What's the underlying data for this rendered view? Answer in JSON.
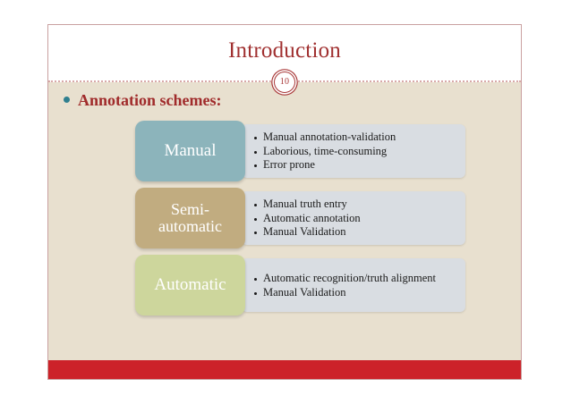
{
  "slide": {
    "title": "Introduction",
    "page_number": "10",
    "heading_bullet": "Annotation schemes:",
    "colors": {
      "title_text": "#a03030",
      "heading_text": "#a02b2b",
      "heading_bullet_dot": "#2f7f8f",
      "body_background": "#e8e0cf",
      "detail_background": "#d9dde2",
      "footer_bar": "#cc2229",
      "frame_border": "#c9a0a0",
      "badge_outline": "#a83838"
    },
    "rows": [
      {
        "label": "Manual",
        "label_color": "#8cb4bb",
        "items": [
          "Manual annotation-validation",
          "Laborious, time-consuming",
          "Error prone"
        ]
      },
      {
        "label": "Semi-\nautomatic",
        "label_line1": "Semi-",
        "label_line2": "automatic",
        "label_color": "#c1ac80",
        "items": [
          "Manual truth entry",
          "Automatic annotation",
          "Manual Validation"
        ]
      },
      {
        "label": "Automatic",
        "label_color": "#cdd69c",
        "items": [
          "Automatic recognition/truth alignment",
          "Manual Validation"
        ]
      }
    ]
  }
}
